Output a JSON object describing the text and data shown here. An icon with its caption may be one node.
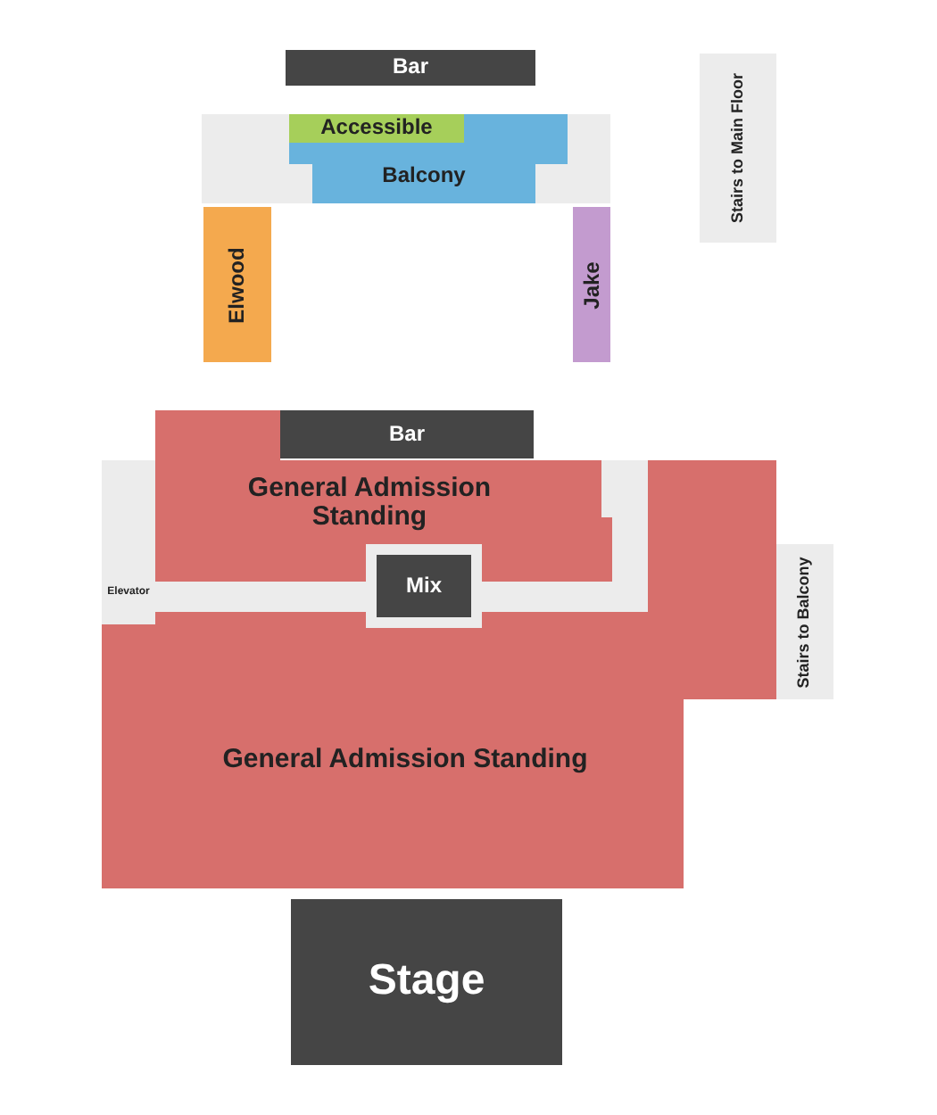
{
  "diagram": {
    "nodes": [
      {
        "text": [
          "Bar"
        ]
      },
      {
        "text": [
          "Stairs to Main Floor"
        ]
      },
      {
        "text": [
          "Accessible"
        ]
      },
      {
        "text": [
          "Balcony"
        ]
      },
      {
        "text": [
          "Elwood"
        ]
      },
      {
        "text": [
          "Jake"
        ]
      },
      {
        "text": [
          "Bar"
        ]
      },
      {
        "text": [
          "General Admission Standing"
        ]
      },
      {
        "text": [
          "Elevator"
        ]
      },
      {
        "text": [
          "Mix"
        ]
      },
      {
        "text": [
          "Stairs to Balcony"
        ]
      },
      {
        "text": [
          "General Admission Standing"
        ]
      },
      {
        "text": [
          "Stage"
        ]
      }
    ]
  }
}
